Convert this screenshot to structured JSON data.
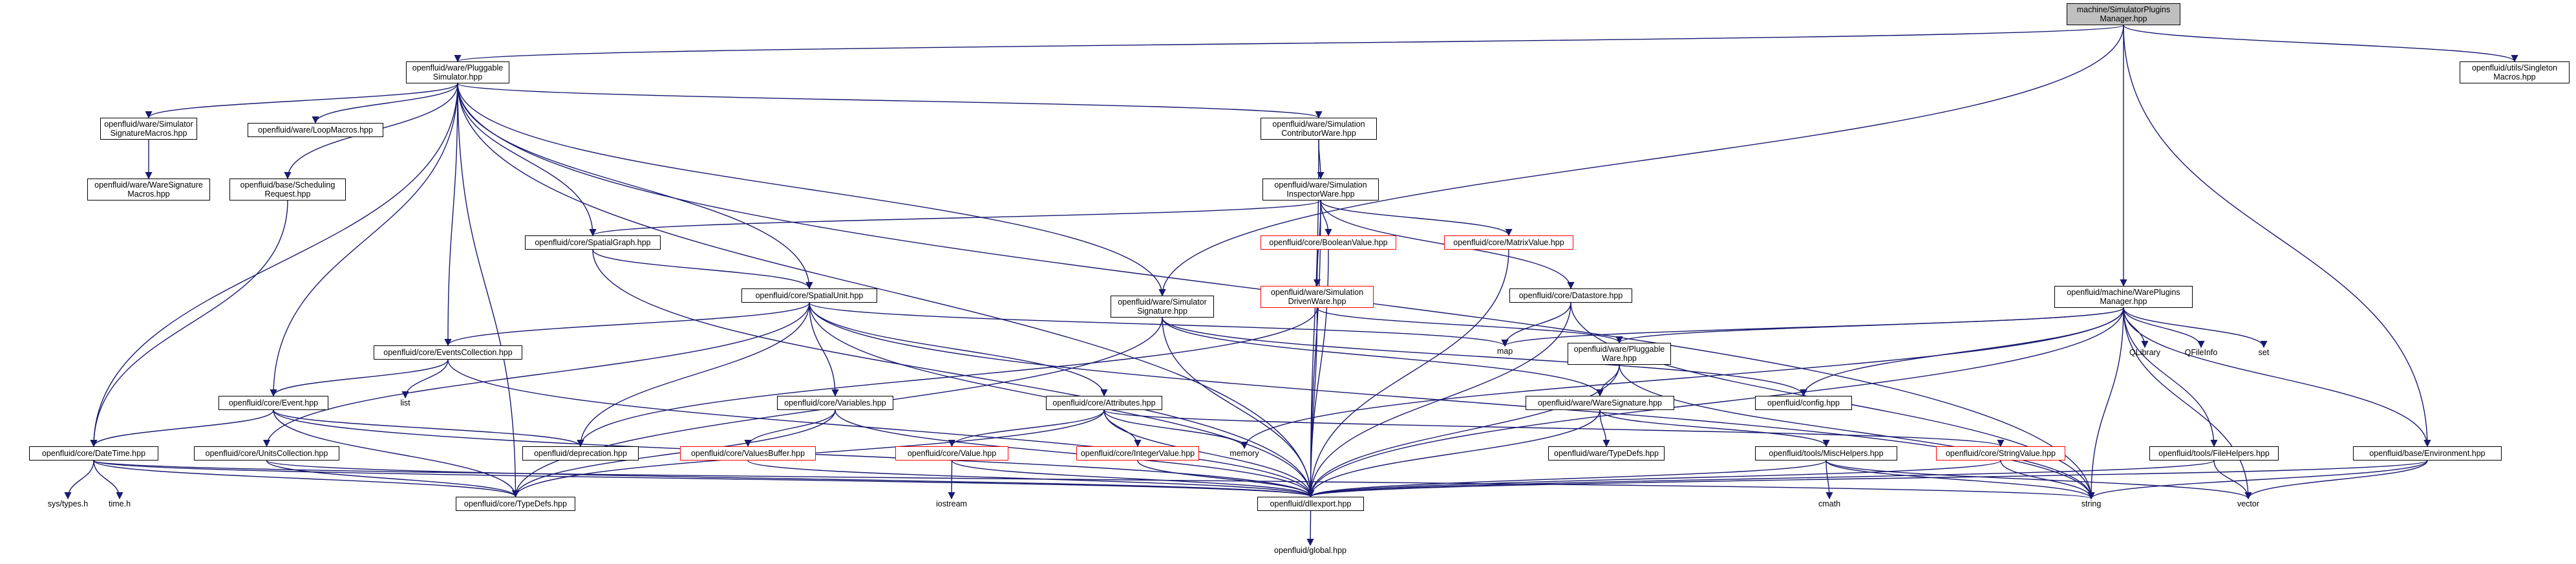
{
  "graph": {
    "nodes": {
      "root": "machine/SimulatorPlugins\nManager.hpp",
      "plugsim": "openfluid/ware/Pluggable\nSimulator.hpp",
      "singleton": "openfluid/utils/Singleton\nMacros.hpp",
      "sigmacros": "openfluid/ware/Simulator\nSignatureMacros.hpp",
      "loopmacros": "openfluid/ware/LoopMacros.hpp",
      "contrib": "openfluid/ware/Simulation\nContributorWare.hpp",
      "waresigmacros": "openfluid/ware/WareSignature\nMacros.hpp",
      "schedreq": "openfluid/base/Scheduling\nRequest.hpp",
      "inspector": "openfluid/ware/Simulation\nInspectorWare.hpp",
      "spatialgraph": "openfluid/core/SpatialGraph.hpp",
      "boolval": "openfluid/core/BooleanValue.hpp",
      "matrixval": "openfluid/core/MatrixValue.hpp",
      "drivenware": "openfluid/ware/Simulation\nDrivenWare.hpp",
      "datastore": "openfluid/core/Datastore.hpp",
      "wpm": "openfluid/machine/WarePlugins\nManager.hpp",
      "spatialunit": "openfluid/core/SpatialUnit.hpp",
      "simsig": "openfluid/ware/Simulator\nSignature.hpp",
      "pluggableware": "openfluid/ware/Pluggable\nWare.hpp",
      "eventscoll": "openfluid/core/EventsCollection.hpp",
      "event": "openfluid/core/Event.hpp",
      "variables": "openfluid/core/Variables.hpp",
      "attributes": "openfluid/core/Attributes.hpp",
      "waresig": "openfluid/ware/WareSignature.hpp",
      "config": "openfluid/config.hpp",
      "datetime": "openfluid/core/DateTime.hpp",
      "unitscoll": "openfluid/core/UnitsCollection.hpp",
      "deprecation": "openfluid/deprecation.hpp",
      "valuesbuffer": "openfluid/core/ValuesBuffer.hpp",
      "value": "openfluid/core/Value.hpp",
      "intval": "openfluid/core/IntegerValue.hpp",
      "typedefsware": "openfluid/ware/TypeDefs.hpp",
      "mischelpers": "openfluid/tools/MiscHelpers.hpp",
      "stringval": "openfluid/core/StringValue.hpp",
      "filehelpers": "openfluid/tools/FileHelpers.hpp",
      "environment": "openfluid/base/Environment.hpp",
      "dllexport": "openfluid/dllexport.hpp",
      "coretypedefs": "openfluid/core/TypeDefs.hpp",
      "systypes": "sys/types.h",
      "timeh": "time.h",
      "list": "list",
      "memory": "memory",
      "iostream": "iostream",
      "cmath": "cmath",
      "string": "string",
      "vector": "vector",
      "map": "map",
      "qlibrary": "QLibrary",
      "qfileinfo": "QFileInfo",
      "set": "set",
      "global": "openfluid/global.hpp"
    }
  },
  "colors": {
    "edge_default": "#191970",
    "edge_dark": "#000000",
    "box_border": "#000000",
    "box_border_incomplete": "#ff0000",
    "root_fill": "#bfbfbf"
  }
}
